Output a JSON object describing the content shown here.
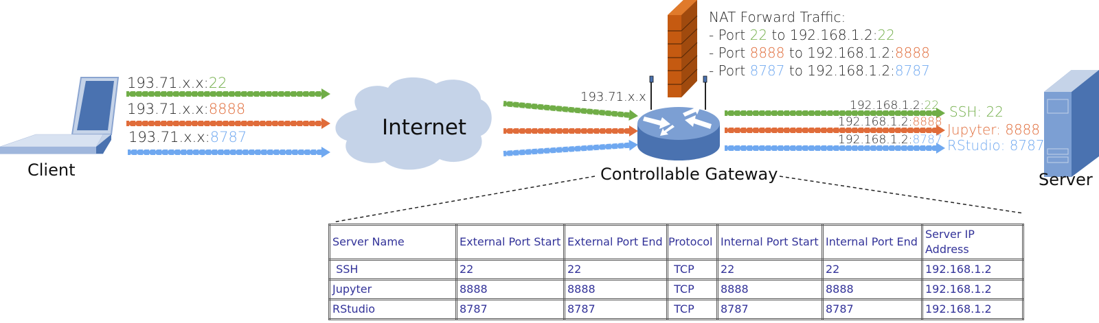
{
  "colors": {
    "ssh": "#70ad47",
    "jupyter": "#e06c3a",
    "rstudio": "#6fa8f0",
    "device_blue": "#4a72b0",
    "cloud": "#c5d3e8",
    "firewall": "#c55a11",
    "table_text": "#333399"
  },
  "client": {
    "label": "Client",
    "icon": "laptop-icon",
    "flows": [
      {
        "prefix": "193.71.x.x:",
        "port": "22"
      },
      {
        "prefix": "193.71.x.x:",
        "port": "8888"
      },
      {
        "prefix": "193.71.x.x:",
        "port": "8787"
      }
    ]
  },
  "internet": {
    "label": "Internet",
    "icon": "cloud-icon"
  },
  "gateway": {
    "public_ip": "193.71.x.x",
    "label": "Controllable Gateway",
    "icon": "router-icon",
    "firewall_icon": "firewall-icon"
  },
  "nat_note": {
    "title": "NAT Forward Traffic:",
    "rules": [
      {
        "prefix": "- Port ",
        "port": "22",
        "mid": " to 192.168.1.2:",
        "target_port": "22"
      },
      {
        "prefix": "- Port ",
        "port": "8888",
        "mid": " to 192.168.1.2:",
        "target_port": "8888"
      },
      {
        "prefix": "- Port ",
        "port": "8787",
        "mid": " to 192.168.1.2:",
        "target_port": "8787"
      }
    ]
  },
  "internal_flows": [
    {
      "prefix": "192.168.1.2:",
      "port": "22",
      "service": "SSH: 22"
    },
    {
      "prefix": "192.168.1.2:",
      "port": "8888",
      "service": "Jupyter: 8888"
    },
    {
      "prefix": "192.168.1.2:",
      "port": "8787",
      "service": "RStudio: 8787"
    }
  ],
  "server": {
    "label": "Server",
    "icon": "server-icon"
  },
  "table": {
    "headers": [
      "Server Name",
      "External Port Start",
      "External Port End",
      "Protocol",
      "Internal Port Start",
      "Internal Port End",
      "Server IP Address"
    ],
    "rows": [
      [
        " SSH",
        "22",
        "22",
        " TCP",
        "22",
        "22",
        "192.168.1.2"
      ],
      [
        "Jupyter",
        "8888",
        "8888",
        " TCP",
        "8888",
        "8888",
        "192.168.1.2"
      ],
      [
        "RStudio",
        "8787",
        "8787",
        " TCP",
        "8787",
        "8787",
        "192.168.1.2"
      ]
    ]
  }
}
